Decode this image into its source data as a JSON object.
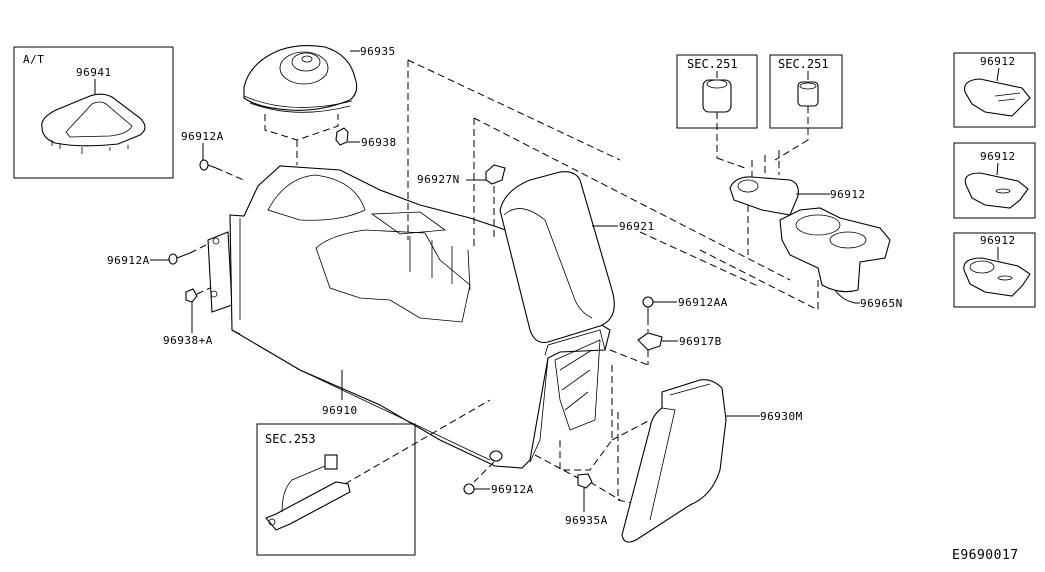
{
  "diagram": {
    "title": "Console Box",
    "diagram_code": "E9690017",
    "callouts": {
      "p96941": "96941",
      "at_label": "A/T",
      "p96935": "96935",
      "p96938": "96938",
      "p96912A_top": "96912A",
      "p96912A_left": "96912A",
      "p96938A": "96938+A",
      "p96927N": "96927N",
      "p96921": "96921",
      "p96912_center": "96912",
      "p96965N": "96965N",
      "p96912AA": "96912AA",
      "p96917B": "96917B",
      "p96930M": "96930M",
      "p96910": "96910",
      "p96912A_bottom": "96912A",
      "p96935A": "96935A",
      "sec251_a": "SEC.251",
      "sec251_b": "SEC.251",
      "sec253": "SEC.253",
      "variant1": "96912",
      "variant2": "96912",
      "variant3": "96912"
    }
  }
}
